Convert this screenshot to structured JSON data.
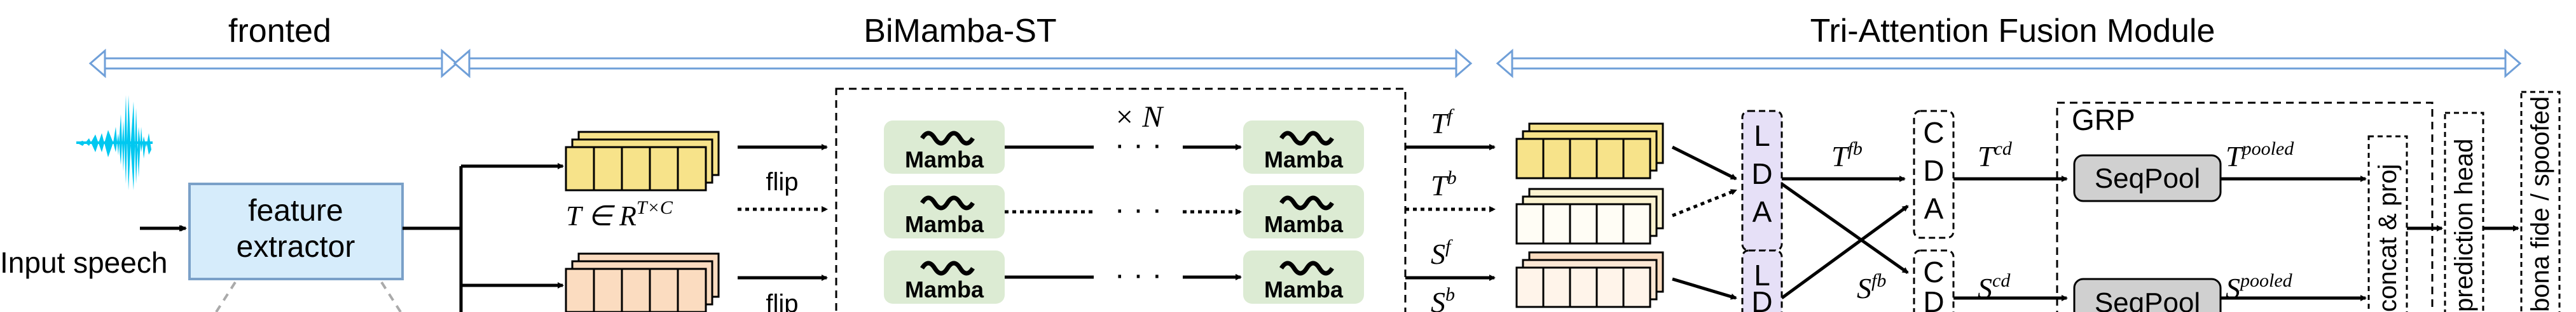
{
  "sections": {
    "frontend": "fronted",
    "backbone": "BiMamba-ST",
    "fusion": "Tri-Attention Fusion Module"
  },
  "input": {
    "label": "Input speech"
  },
  "extractor": {
    "line1": "feature",
    "line2": "extractor"
  },
  "mamba": {
    "block_label": "Mamba",
    "repeat": "× N",
    "dots": "· · ·"
  },
  "features": {
    "T_shape": "T ∈ R",
    "T_sup": "T×C",
    "flip": "flip"
  },
  "streams": {
    "Tf": "T",
    "Tf_sup": "f",
    "Tb": "T",
    "Tb_sup": "b",
    "Sf": "S",
    "Sf_sup": "f",
    "Sb": "S",
    "Sb_sup": "b",
    "Tfb": "T",
    "Tfb_sup": "fb",
    "Sfb": "S",
    "Sfb_sup": "fb",
    "Tcd": "T",
    "Tcd_sup": "cd",
    "Scd": "S",
    "Scd_sup": "cd",
    "Tpooled": "T",
    "Tpooled_sup": "pooled",
    "Spooled": "S",
    "Spooled_sup": "pooled"
  },
  "lda": [
    "L",
    "D",
    "A"
  ],
  "cda": [
    "C",
    "D",
    "A"
  ],
  "grp": {
    "title": "GRP",
    "pool": "SeqPool"
  },
  "concat": "concat & proj",
  "head": "prediction head",
  "output": "bona fide / spoofed",
  "colors": {
    "arrow_blue": "#6f9fd8",
    "waveform": "#00c8f0",
    "extractor_fill": "#d6ecfb",
    "mamba_fill": "#dcebd3",
    "lda_fill": "#e6e0f7",
    "seqpool_fill": "#d0d0d0",
    "yellow": "#f7e38a",
    "peach": "#fbdcc0"
  }
}
